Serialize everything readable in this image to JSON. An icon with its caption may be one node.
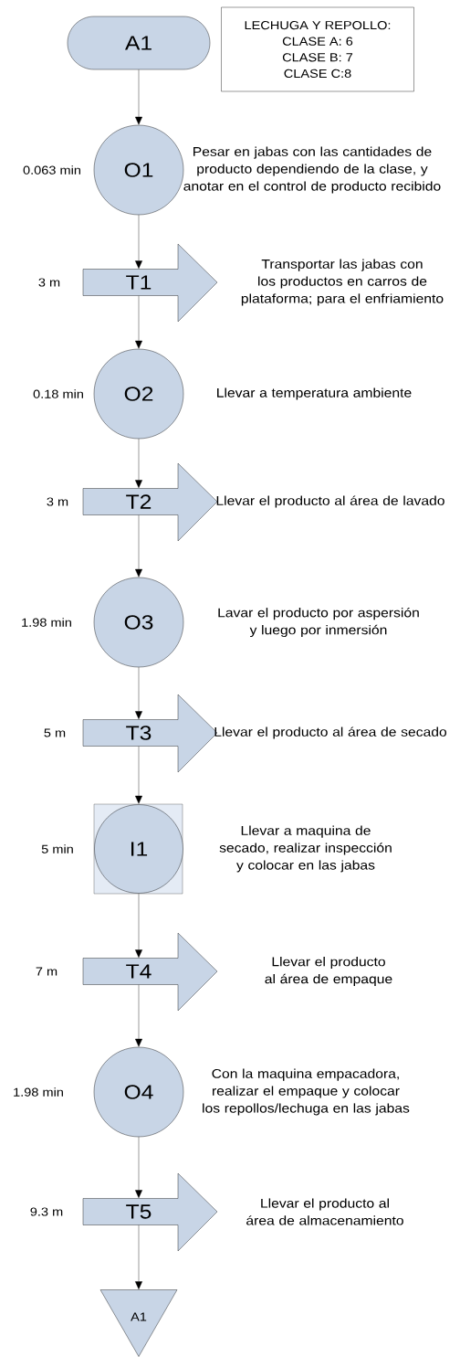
{
  "diagram": {
    "nodes": [
      {
        "text": [
          "A1"
        ]
      },
      {
        "text": [
          "LECHUGA Y REPOLLO:",
          "CLASE A: 6",
          "CLASE B: 7",
          "CLASE C:8"
        ]
      },
      {
        "text": [
          "O1"
        ],
        "beside": [
          "0.063 min",
          "Pesar en jabas con las cantidades de producto dependiendo de la clase, y anotar en el control de producto recibido"
        ]
      },
      {
        "text": [
          "T1"
        ],
        "beside": [
          "3 m",
          "Transportar las jabas con los productos en carros de plataforma; para el enfriamiento"
        ]
      },
      {
        "text": [
          "O2"
        ],
        "beside": [
          "0.18 min",
          "Llevar a temperatura ambiente"
        ]
      },
      {
        "text": [
          "T2"
        ],
        "beside": [
          "3 m",
          "Llevar el producto al área de lavado"
        ]
      },
      {
        "text": [
          "O3"
        ],
        "beside": [
          "1.98 min",
          "Lavar el producto por aspersión y luego por inmersión"
        ]
      },
      {
        "text": [
          "T3"
        ],
        "beside": [
          "5 m",
          "Llevar el producto al área de secado"
        ]
      },
      {
        "text": [
          "I1"
        ],
        "beside": [
          "5 min",
          "Llevar a maquina de secado, realizar inspección y colocar en las jabas"
        ]
      },
      {
        "text": [
          "T4"
        ],
        "beside": [
          "7 m",
          "Llevar el producto al área de empaque"
        ]
      },
      {
        "text": [
          "O4"
        ],
        "beside": [
          "1.98 min",
          "Con la maquina empacadora, realizar el empaque y colocar los repollos/lechuga en las jabas"
        ]
      },
      {
        "text": [
          "T5"
        ],
        "beside": [
          "9.3 m",
          "Llevar el producto al área de almacenamiento"
        ]
      },
      {
        "text": [
          "A1"
        ]
      }
    ],
    "edges": [
      {
        "from": 0,
        "to": 2,
        "arrow": "to"
      },
      {
        "from": 2,
        "to": 3,
        "arrow": "to"
      },
      {
        "from": 3,
        "to": 4,
        "arrow": "to"
      },
      {
        "from": 4,
        "to": 5,
        "arrow": "to"
      },
      {
        "from": 5,
        "to": 6,
        "arrow": "to"
      },
      {
        "from": 6,
        "to": 7,
        "arrow": "to"
      },
      {
        "from": 7,
        "to": 8,
        "arrow": "to"
      },
      {
        "from": 8,
        "to": 9,
        "arrow": "to"
      },
      {
        "from": 9,
        "to": 10,
        "arrow": "to"
      },
      {
        "from": 10,
        "to": 11,
        "arrow": "to"
      },
      {
        "from": 11,
        "to": 12,
        "arrow": "to"
      }
    ]
  }
}
